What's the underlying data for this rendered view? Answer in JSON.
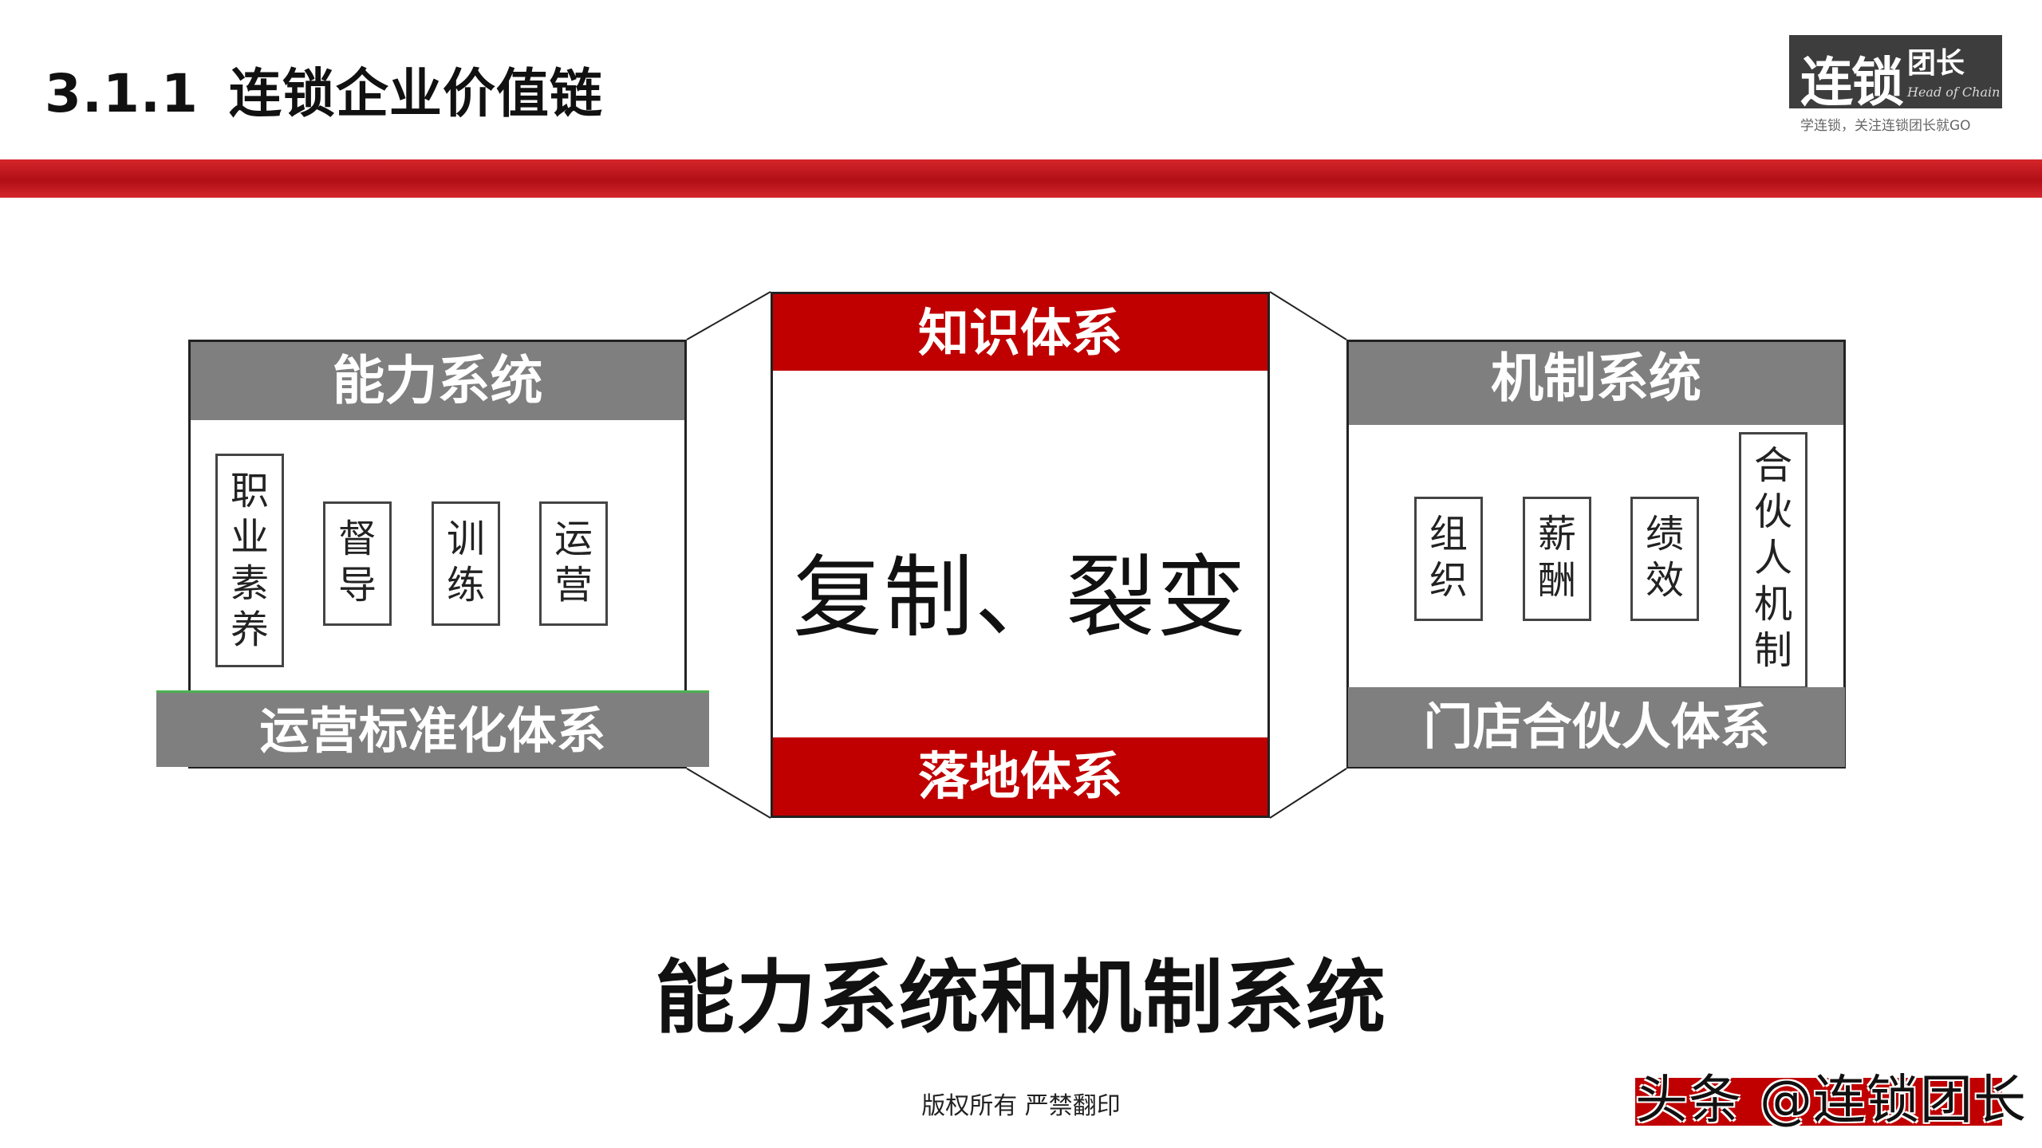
{
  "header": {
    "section_number": "3.1.1",
    "section_title": "连锁企业价值链"
  },
  "logo": {
    "main": "连锁",
    "sub": "团长",
    "english": "Head of Chain",
    "tagline": "学连锁，关注连锁团长就GO"
  },
  "left_panel": {
    "title": "能力系统",
    "items": [
      "职业素养",
      "督导",
      "训练",
      "运营"
    ],
    "footer": "运营标准化体系"
  },
  "center_panel": {
    "top": "知识体系",
    "main": "复制、裂变",
    "bottom": "落地体系"
  },
  "right_panel": {
    "title": "机制系统",
    "items": [
      "组织",
      "薪酬",
      "绩效",
      "合伙人机制"
    ],
    "footer": "门店合伙人体系"
  },
  "caption": "能力系统和机制系统",
  "copyright": "版权所有 严禁翻印",
  "watermark": "头条 @连锁团长",
  "colors": {
    "accent_red": "#c00000",
    "panel_gray": "#7f7f7f",
    "logo_bg": "#3d3d3d"
  }
}
